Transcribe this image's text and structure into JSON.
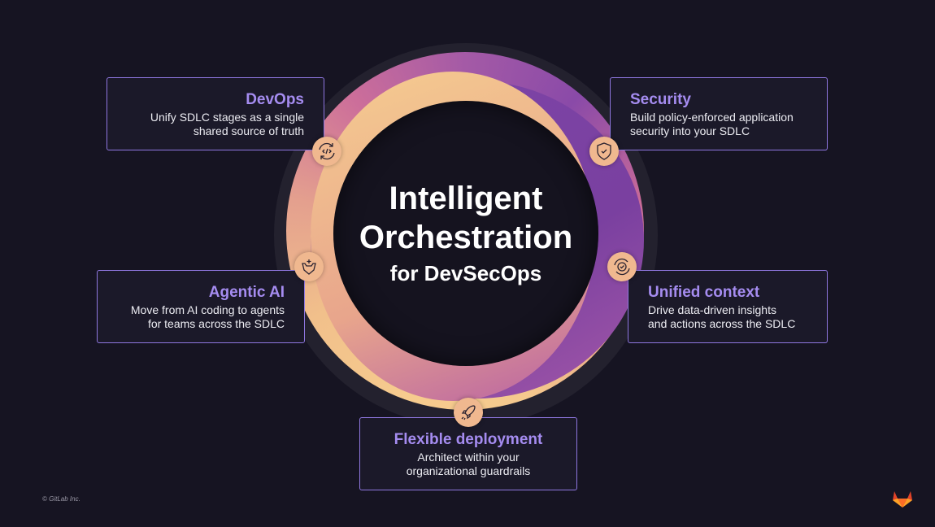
{
  "center": {
    "line1": "Intelligent",
    "line2": "Orchestration",
    "line3": "for DevSecOps"
  },
  "cards": [
    {
      "title": "DevOps",
      "line1": "Unify SDLC stages as a single",
      "line2": "shared source of truth",
      "icon": "code-cycle-icon"
    },
    {
      "title": "Security",
      "line1": "Build policy-enforced application",
      "line2": "security into your SDLC",
      "icon": "shield-check-icon"
    },
    {
      "title": "Agentic AI",
      "line1": "Move from AI coding to agents",
      "line2": "for teams across the SDLC",
      "icon": "tanuki-sparkle-icon"
    },
    {
      "title": "Unified context",
      "line1": "Drive data-driven insights",
      "line2": "and actions across the SDLC",
      "icon": "sync-check-icon"
    },
    {
      "title": "Flexible deployment",
      "line1": "Architect within your",
      "line2": "organizational guardrails",
      "icon": "rocket-icon"
    }
  ],
  "footer": {
    "copyright": "© GitLab Inc."
  },
  "colors": {
    "accent": "#a58cf0",
    "icon_bg": "#f0b88f",
    "background": "#161422"
  }
}
